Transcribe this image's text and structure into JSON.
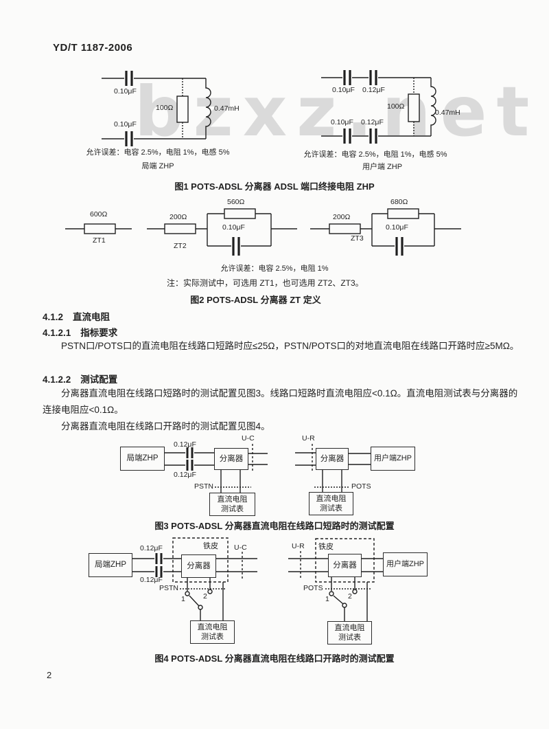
{
  "page": {
    "header": "YD/T 1187-2006",
    "page_number": "2",
    "watermark": "bzxz.net"
  },
  "fig1": {
    "caption": "图1  POTS-ADSL 分离器 ADSL 端口终接电阻 ZHP",
    "left": {
      "cap_top": "0.10μF",
      "cap_bottom": "0.10μF",
      "resistor": "100Ω",
      "inductor": "0.47mH",
      "tolerance": "允许误差：电容 2.5%，电阻 1%，电感 5%",
      "name": "局端 ZHP"
    },
    "right": {
      "cap_top_1": "0.10μF",
      "cap_top_2": "0.12μF",
      "cap_bottom_1": "0.10μF",
      "cap_bottom_2": "0.12μF",
      "resistor": "100Ω",
      "inductor": "0.47mH",
      "tolerance": "允许误差：电容 2.5%，电阻 1%，电感 5%",
      "name": "用户端 ZHP"
    }
  },
  "fig2": {
    "caption": "图2  POTS-ADSL 分离器 ZT 定义",
    "tolerance": "允许误差：电容 2.5%，电阻 1%",
    "note": "注：实际测试中，可选用 ZT1，也可选用 ZT2、ZT3。",
    "zt1": {
      "r": "600Ω",
      "name": "ZT1"
    },
    "zt2": {
      "r1": "200Ω",
      "r2": "560Ω",
      "cap": "0.10μF",
      "name": "ZT2"
    },
    "zt3": {
      "r1": "200Ω",
      "r2": "680Ω",
      "cap": "0.10μF",
      "name": "ZT3"
    }
  },
  "text": {
    "h412_num": "4.1.2",
    "h412_title": "直流电阻",
    "h4121_num": "4.1.2.1",
    "h4121_title": "指标要求",
    "p1": "PSTN口/POTS口的直流电阻在线路口短路时应≤25Ω，PSTN/POTS口的对地直流电阻在线路口开路时应≥5MΩ。",
    "h4122_num": "4.1.2.2",
    "h4122_title": "测试配置",
    "p2": "分离器直流电阻在线路口短路时的测试配置见图3。线路口短路时直流电阻应<0.1Ω。直流电阻测试表与分离器的连接电阻应<0.1Ω。",
    "p3": "分离器直流电阻在线路口开路时的测试配置见图4。"
  },
  "fig3": {
    "caption": "图3  POTS-ADSL 分离器直流电阻在线路口短路时的测试配置",
    "left": {
      "source": "局端ZHP",
      "splitter": "分离器",
      "cap_top": "0.12μF",
      "cap_bottom": "0.12μF",
      "port": "PSTN",
      "line": "U-C",
      "meter1": "直流电阻",
      "meter2": "测试表"
    },
    "right": {
      "source": "用户端ZHP",
      "splitter": "分离器",
      "port": "POTS",
      "line": "U-R",
      "meter1": "直流电阻",
      "meter2": "测试表"
    }
  },
  "fig4": {
    "caption": "图4  POTS-ADSL 分离器直流电阻在线路口开路时的测试配置",
    "left": {
      "source": "局端ZHP",
      "splitter": "分离器",
      "shield": "铁皮",
      "cap_top": "0.12μF",
      "cap_bottom": "0.12μF",
      "port": "PSTN",
      "line": "U-C",
      "sw1": "1",
      "sw2": "2",
      "meter1": "直流电阻",
      "meter2": "测试表"
    },
    "right": {
      "source": "用户端ZHP",
      "splitter": "分离器",
      "shield": "铁皮",
      "port": "POTS",
      "line": "U-R",
      "sw1": "1",
      "sw2": "2",
      "meter1": "直流电阻",
      "meter2": "测试表"
    }
  }
}
